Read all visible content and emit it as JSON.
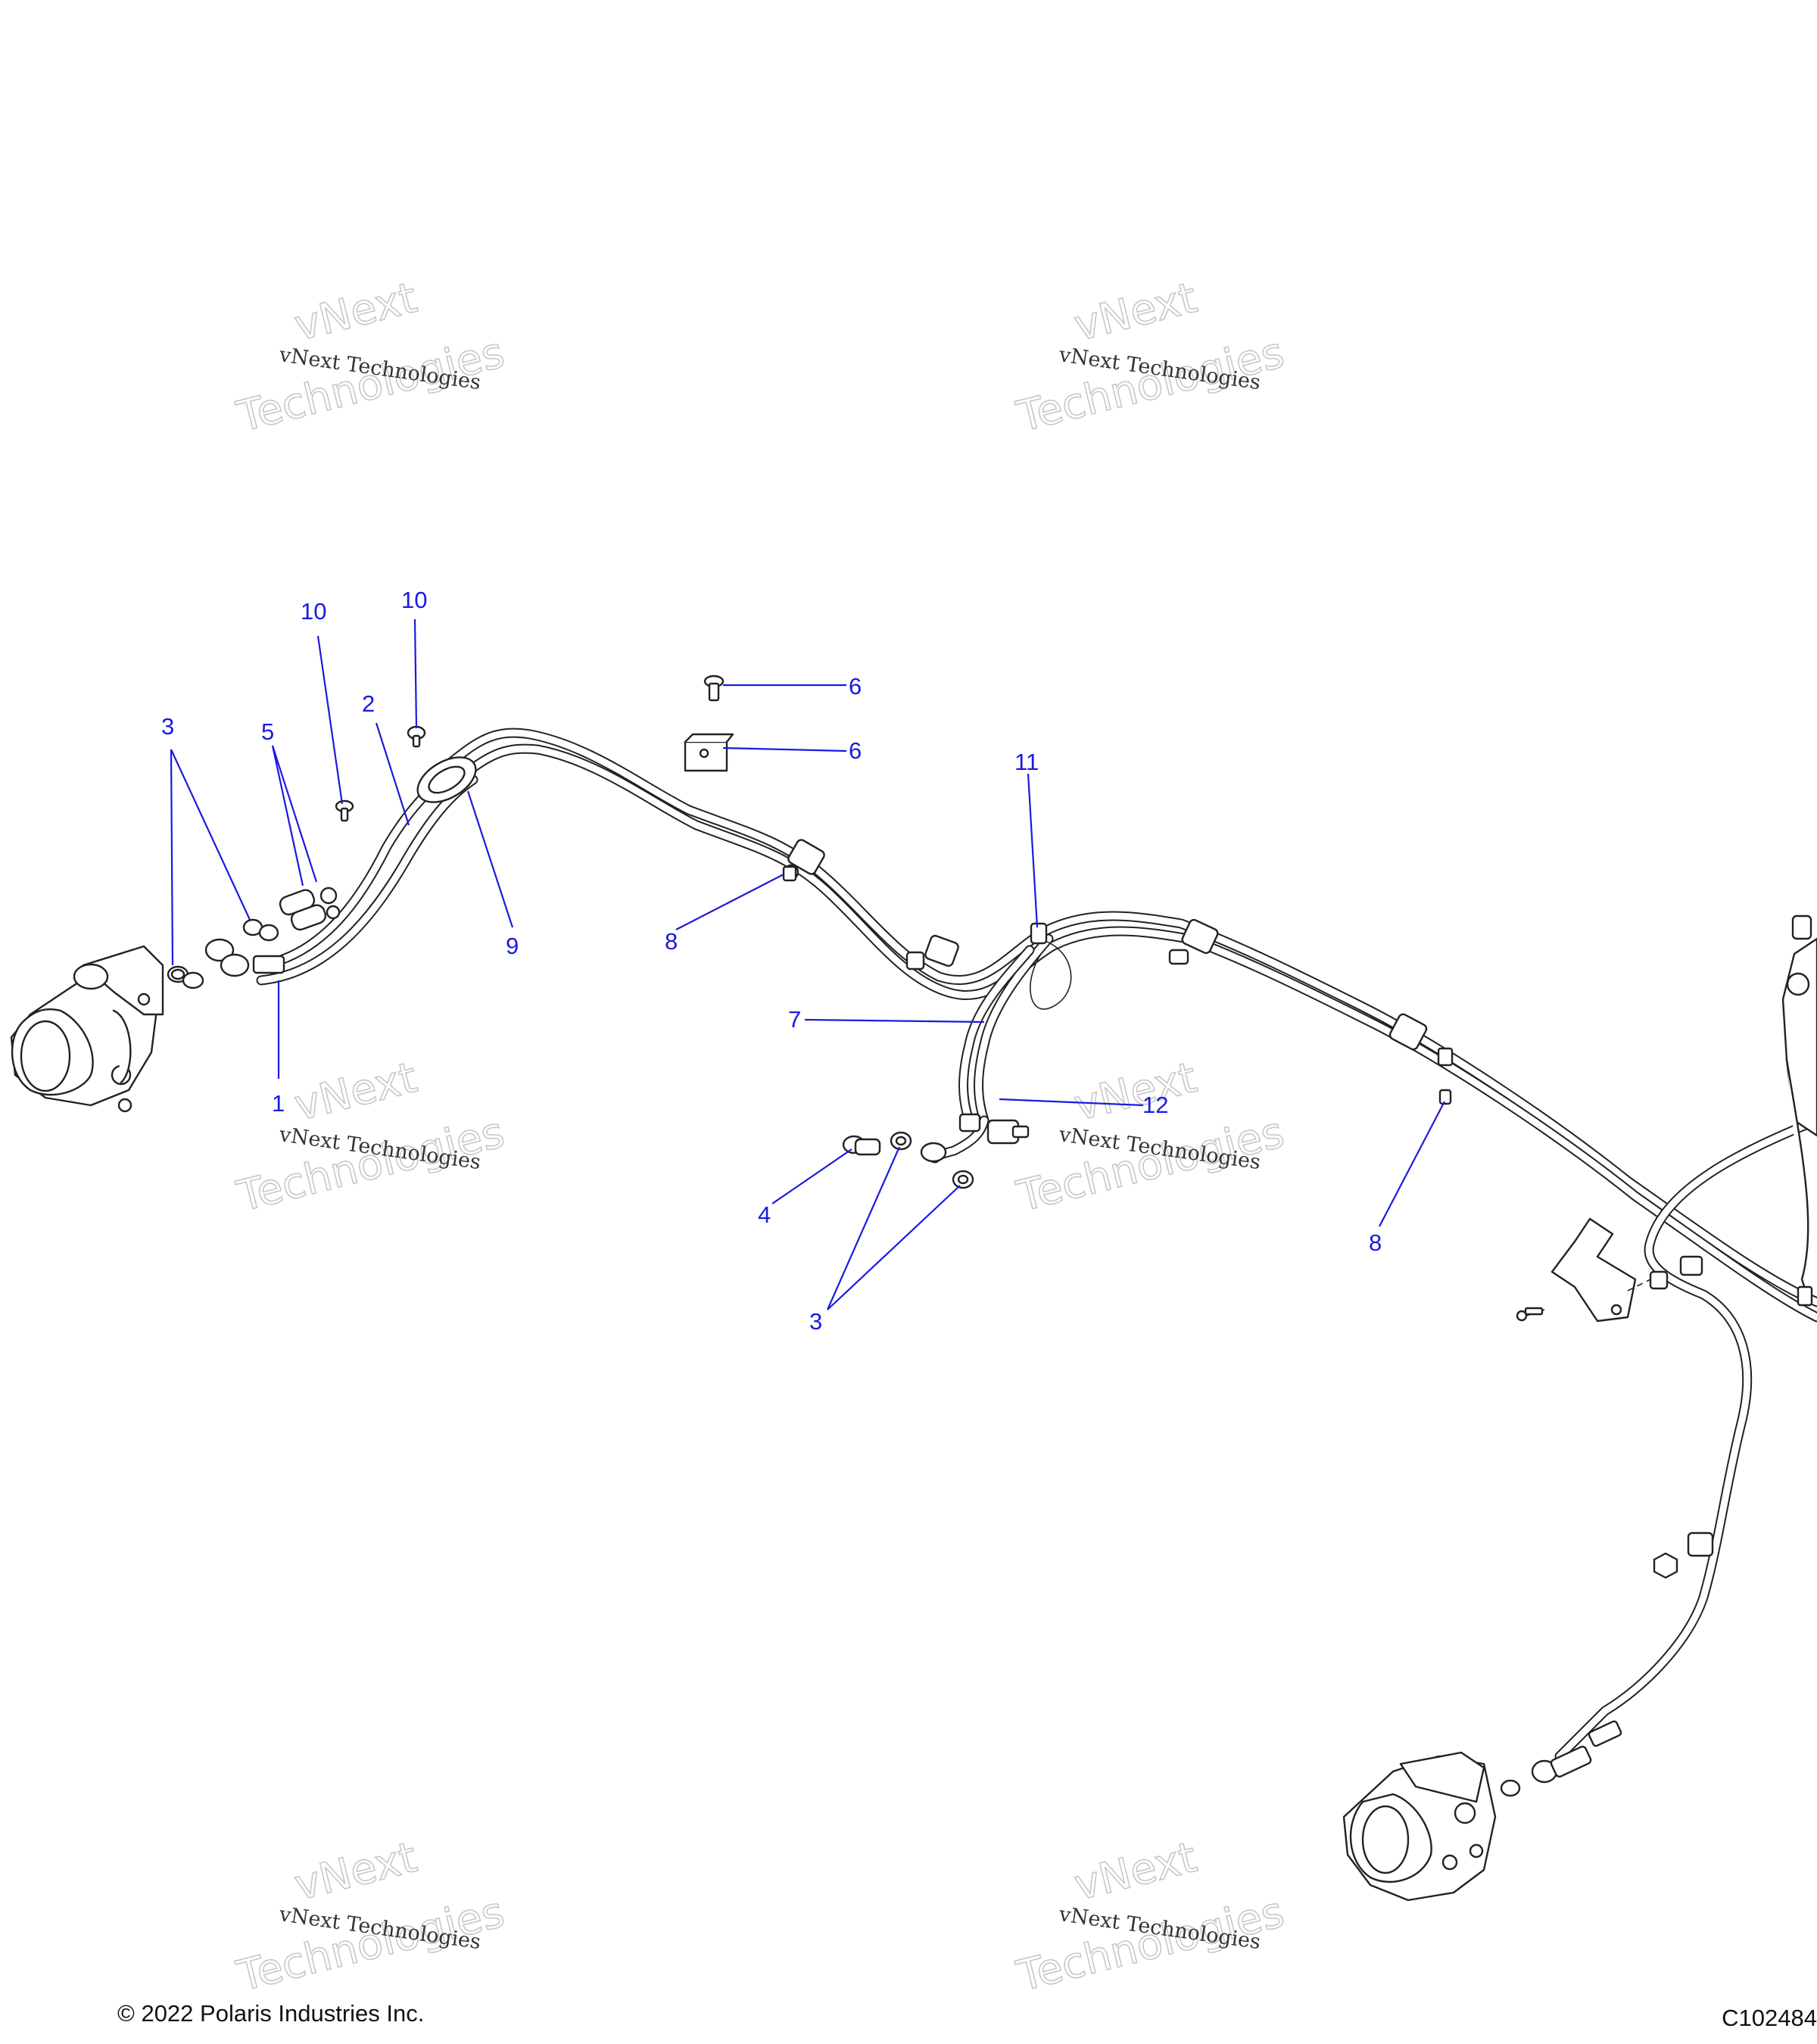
{
  "watermark": {
    "line_small": "vNext Technologies",
    "line_big_top": "vNext",
    "line_big_bottom": "Technologies"
  },
  "callouts": [
    {
      "id": "c1",
      "label": "1"
    },
    {
      "id": "c2",
      "label": "2"
    },
    {
      "id": "c3a",
      "label": "3"
    },
    {
      "id": "c3b",
      "label": "3"
    },
    {
      "id": "c4",
      "label": "4"
    },
    {
      "id": "c5",
      "label": "5"
    },
    {
      "id": "c6a",
      "label": "6"
    },
    {
      "id": "c6b",
      "label": "6"
    },
    {
      "id": "c7",
      "label": "7"
    },
    {
      "id": "c8a",
      "label": "8"
    },
    {
      "id": "c8b",
      "label": "8"
    },
    {
      "id": "c9",
      "label": "9"
    },
    {
      "id": "c10a",
      "label": "10"
    },
    {
      "id": "c10b",
      "label": "10"
    },
    {
      "id": "c11",
      "label": "11"
    },
    {
      "id": "c12",
      "label": "12"
    }
  ],
  "footer": {
    "copyright": "© 2022 Polaris Industries Inc.",
    "drawing_number": "C102484"
  },
  "colors": {
    "callout": "#1a1ae0",
    "line_art": "#222222",
    "watermark": "#c8c8c8"
  }
}
